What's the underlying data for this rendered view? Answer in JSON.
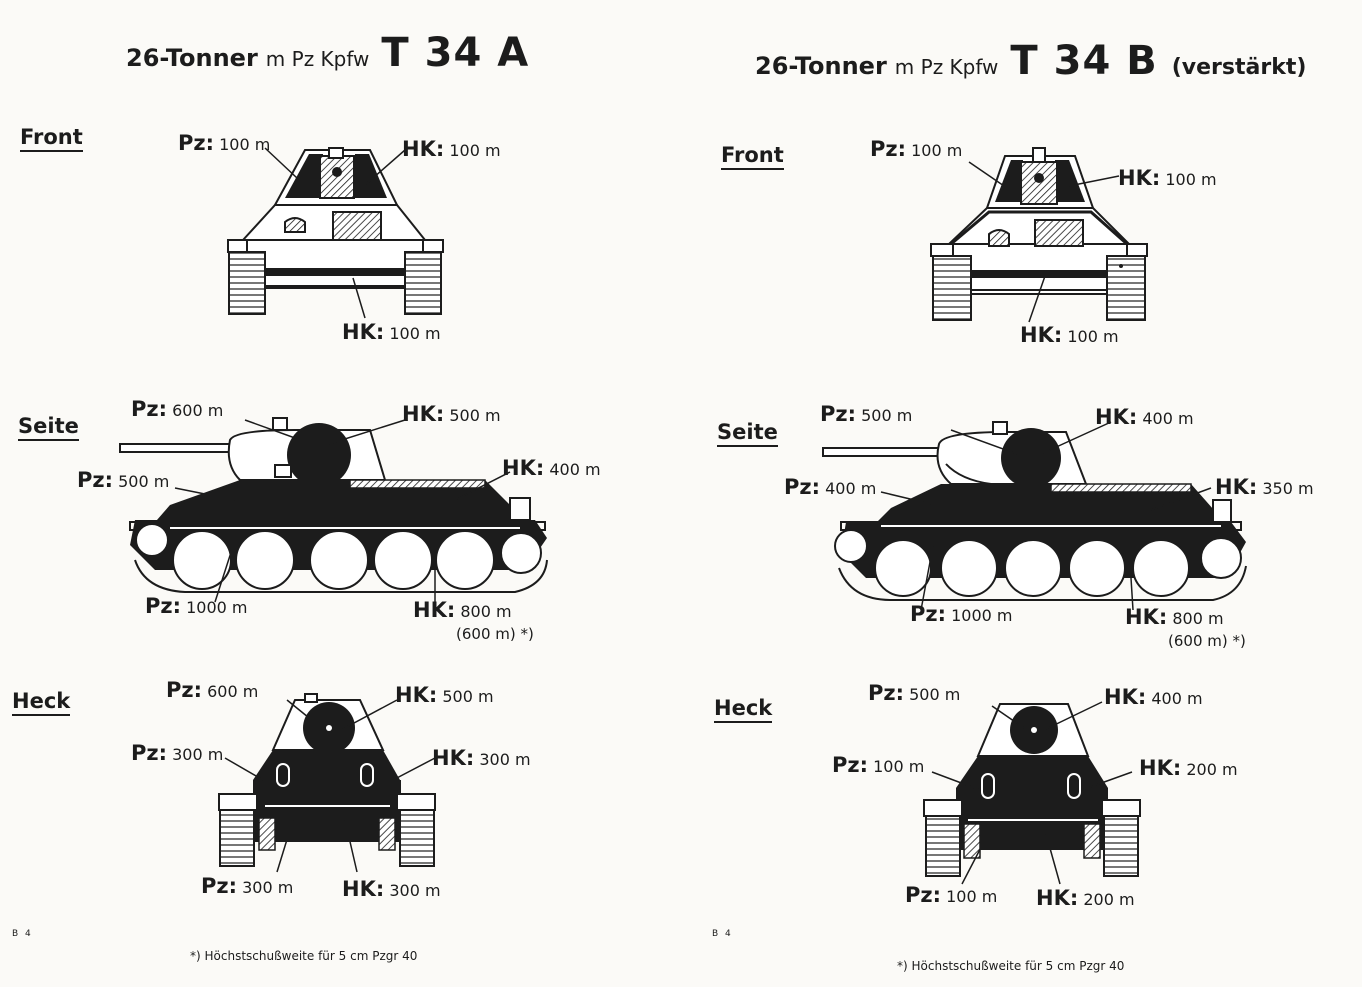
{
  "pages": [
    {
      "title": {
        "tonnage": "26-Tonner",
        "type": "m Pz Kpfw",
        "model": "T 34 A",
        "note": ""
      },
      "front": {
        "heading": "Front",
        "pz_turret": {
          "key": "Pz:",
          "val": "100 m"
        },
        "hk_turret": {
          "key": "HK:",
          "val": "100 m"
        },
        "hk_hull": {
          "key": "HK:",
          "val": "100 m"
        }
      },
      "side": {
        "heading": "Seite",
        "pz_turret": {
          "key": "Pz:",
          "val": "600 m"
        },
        "hk_turret": {
          "key": "HK:",
          "val": "500 m"
        },
        "pz_upper": {
          "key": "Pz:",
          "val": "500 m"
        },
        "hk_upper": {
          "key": "HK:",
          "val": "400 m"
        },
        "pz_lower": {
          "key": "Pz:",
          "val": "1000 m"
        },
        "hk_lower": {
          "key": "HK:",
          "val": "800 m"
        },
        "hk_lower_alt": "(600 m) *)"
      },
      "rear": {
        "heading": "Heck",
        "pz_turret": {
          "key": "Pz:",
          "val": "600 m"
        },
        "hk_turret": {
          "key": "HK:",
          "val": "500 m"
        },
        "pz_upper": {
          "key": "Pz:",
          "val": "300 m"
        },
        "hk_upper": {
          "key": "HK:",
          "val": "300 m"
        },
        "pz_lower": {
          "key": "Pz:",
          "val": "300 m"
        },
        "hk_lower": {
          "key": "HK:",
          "val": "300 m"
        }
      },
      "page_code": "B 4",
      "footnote": "*) Höchstschußweite für 5 cm Pzgr 40"
    },
    {
      "title": {
        "tonnage": "26-Tonner",
        "type": "m Pz Kpfw",
        "model": "T 34 B",
        "note": "(verstärkt)"
      },
      "front": {
        "heading": "Front",
        "pz_turret": {
          "key": "Pz:",
          "val": "100 m"
        },
        "hk_turret": {
          "key": "HK:",
          "val": "100 m"
        },
        "hk_hull": {
          "key": "HK:",
          "val": "100 m"
        }
      },
      "side": {
        "heading": "Seite",
        "pz_turret": {
          "key": "Pz:",
          "val": "500 m"
        },
        "hk_turret": {
          "key": "HK:",
          "val": "400 m"
        },
        "pz_upper": {
          "key": "Pz:",
          "val": "400 m"
        },
        "hk_upper": {
          "key": "HK:",
          "val": "350 m"
        },
        "pz_lower": {
          "key": "Pz:",
          "val": "1000 m"
        },
        "hk_lower": {
          "key": "HK:",
          "val": "800 m"
        },
        "hk_lower_alt": "(600 m) *)"
      },
      "rear": {
        "heading": "Heck",
        "pz_turret": {
          "key": "Pz:",
          "val": "500 m"
        },
        "hk_turret": {
          "key": "HK:",
          "val": "400 m"
        },
        "pz_upper": {
          "key": "Pz:",
          "val": "100 m"
        },
        "hk_upper": {
          "key": "HK:",
          "val": "200 m"
        },
        "pz_lower": {
          "key": "Pz:",
          "val": "100 m"
        },
        "hk_lower": {
          "key": "HK:",
          "val": "200 m"
        }
      },
      "page_code": "B 4",
      "footnote": "*) Höchstschußweite für 5 cm Pzgr 40"
    }
  ],
  "icons": {
    "front_view": "tank-front-icon",
    "side_view": "tank-side-icon",
    "rear_view": "tank-rear-icon"
  },
  "colors": {
    "ink": "#1c1c1c",
    "paper": "#fbfaf7"
  }
}
